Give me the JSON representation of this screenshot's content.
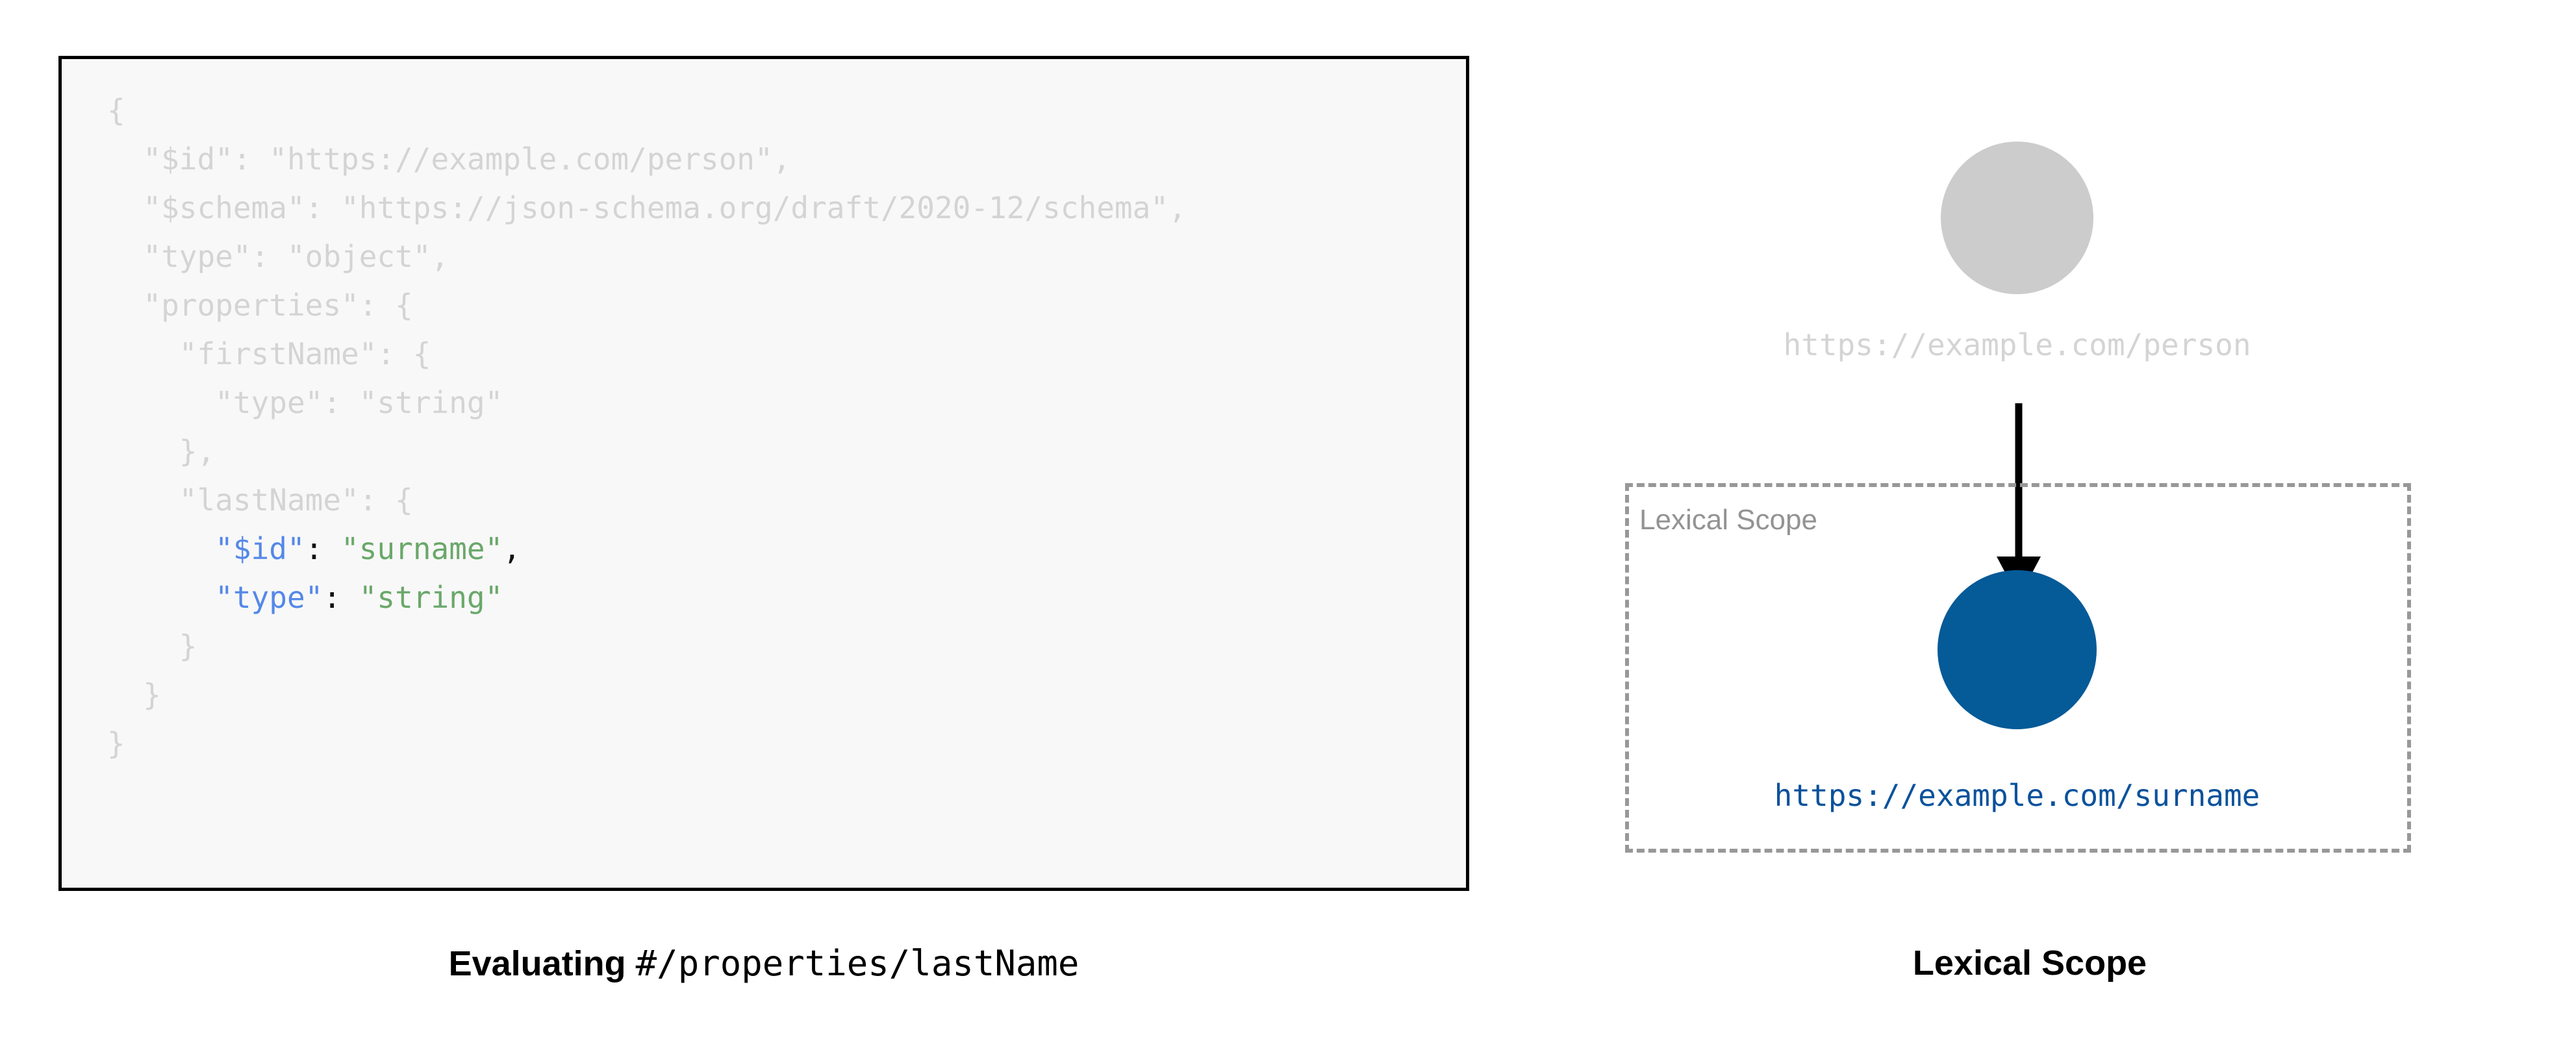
{
  "code_block": {
    "background_color": "#f8f8f8",
    "border_color": "#000000",
    "dim_color": "#d4d4d4",
    "key_color": "#5588e8",
    "string_color": "#6aa86a",
    "lines": [
      {
        "indent": 0,
        "segments": [
          {
            "text": "{",
            "style": "dim"
          }
        ]
      },
      {
        "indent": 1,
        "segments": [
          {
            "text": "\"$id\": \"https://example.com/person\",",
            "style": "dim"
          }
        ]
      },
      {
        "indent": 1,
        "segments": [
          {
            "text": "\"$schema\": \"https://json-schema.org/draft/2020-12/schema\",",
            "style": "dim"
          }
        ]
      },
      {
        "indent": 1,
        "segments": [
          {
            "text": "\"type\": \"object\",",
            "style": "dim"
          }
        ]
      },
      {
        "indent": 1,
        "segments": [
          {
            "text": "\"properties\": {",
            "style": "dim"
          }
        ]
      },
      {
        "indent": 2,
        "segments": [
          {
            "text": "\"firstName\": {",
            "style": "dim"
          }
        ]
      },
      {
        "indent": 3,
        "segments": [
          {
            "text": "\"type\": \"string\"",
            "style": "dim"
          }
        ]
      },
      {
        "indent": 2,
        "segments": [
          {
            "text": "},",
            "style": "dim"
          }
        ]
      },
      {
        "indent": 2,
        "segments": [
          {
            "text": "\"lastName\": {",
            "style": "dim"
          }
        ]
      },
      {
        "indent": 3,
        "segments": [
          {
            "text": "\"$id\"",
            "style": "key"
          },
          {
            "text": ": ",
            "style": "punc"
          },
          {
            "text": "\"surname\"",
            "style": "str"
          },
          {
            "text": ",",
            "style": "punc"
          }
        ]
      },
      {
        "indent": 3,
        "segments": [
          {
            "text": "\"type\"",
            "style": "key"
          },
          {
            "text": ": ",
            "style": "punc"
          },
          {
            "text": "\"string\"",
            "style": "str"
          }
        ]
      },
      {
        "indent": 2,
        "segments": [
          {
            "text": "}",
            "style": "dim"
          }
        ]
      },
      {
        "indent": 1,
        "segments": [
          {
            "text": "}",
            "style": "dim"
          }
        ]
      },
      {
        "indent": 0,
        "segments": [
          {
            "text": "}",
            "style": "dim"
          }
        ]
      }
    ]
  },
  "left_caption": {
    "bold_text": "Evaluating",
    "mono_text": "#/properties/lastName"
  },
  "diagram": {
    "root_node": {
      "label": "https://example.com/person",
      "fill_color": "#cccccc",
      "label_color": "#d4d4d4"
    },
    "arrow": {
      "color": "#000000"
    },
    "lexical_scope": {
      "box_label": "Lexical Scope",
      "box_label_color": "#939393",
      "border_color": "#989898"
    },
    "scoped_node": {
      "label": "https://example.com/surname",
      "fill_color": "#055a98",
      "label_color": "#0b529c"
    }
  },
  "right_caption": {
    "text": "Lexical Scope"
  }
}
